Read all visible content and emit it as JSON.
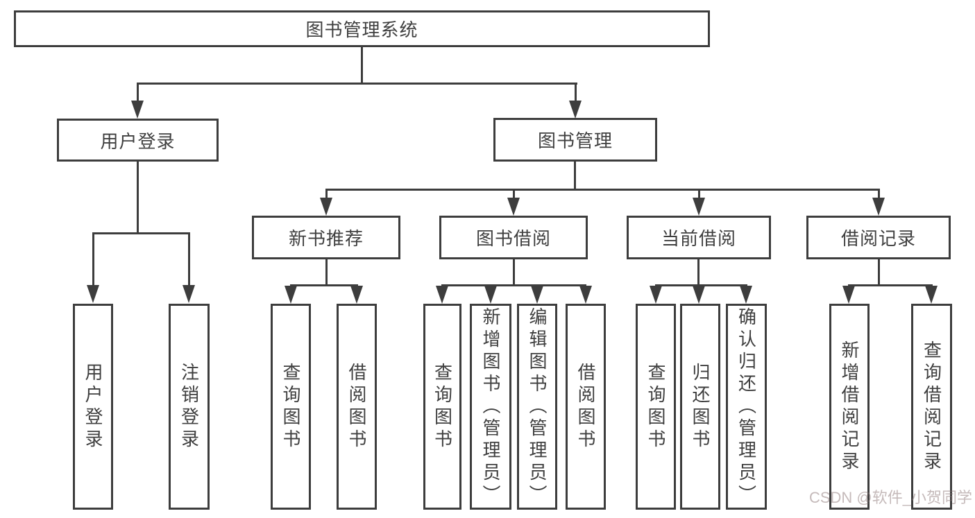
{
  "tree": {
    "root": {
      "label": "图书管理系统"
    },
    "branches": [
      {
        "label": "用户登录",
        "children": [
          {
            "label": "用户登录"
          },
          {
            "label": "注销登录"
          }
        ]
      },
      {
        "label": "图书管理",
        "children": [
          {
            "label": "新书推荐",
            "children": [
              {
                "label": "查询图书"
              },
              {
                "label": "借阅图书"
              }
            ]
          },
          {
            "label": "图书借阅",
            "children": [
              {
                "label": "查询图书"
              },
              {
                "label": "新增图书（管理员）"
              },
              {
                "label": "编辑图书（管理员）"
              },
              {
                "label": "借阅图书"
              }
            ]
          },
          {
            "label": "当前借阅",
            "children": [
              {
                "label": "查询图书"
              },
              {
                "label": "归还图书"
              },
              {
                "label": "确认归还（管理员）"
              }
            ]
          },
          {
            "label": "借阅记录",
            "children": [
              {
                "label": "新增借阅记录"
              },
              {
                "label": "查询借阅记录"
              }
            ]
          }
        ]
      }
    ]
  },
  "watermark": {
    "text": "CSDN @软件_小贺同学",
    "color": "#c9b6b6"
  },
  "line_color": "#3d3d3d"
}
